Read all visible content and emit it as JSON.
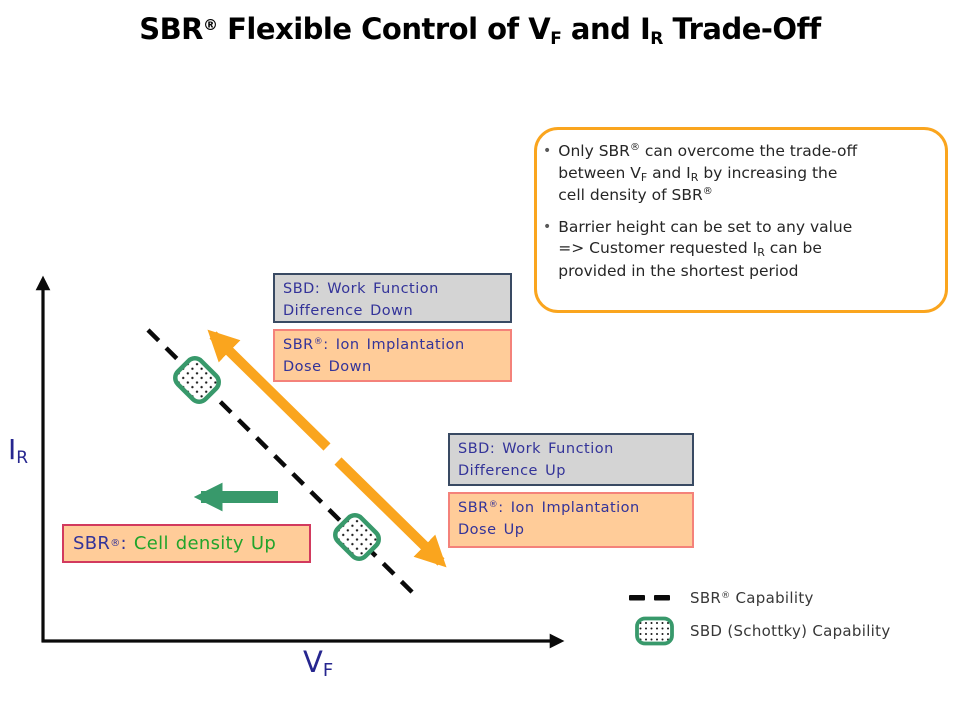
{
  "title": {
    "brand": "SBR",
    "reg": "®",
    "t1": " Flexible Control of V",
    "sub_f": "F",
    "t2": " and I",
    "sub_r": "R",
    "t3": " Trade-Off"
  },
  "callout": {
    "bullet_char": "•",
    "b1": {
      "l1a": "Only SBR",
      "reg1": "®",
      "l1b": " can overcome the trade-off",
      "l2a": "between V",
      "sub_f": "F",
      "l2b": " and I",
      "sub_r": "R",
      "l2c": " by increasing the",
      "l3a": "cell density of SBR",
      "reg2": "®"
    },
    "b2": {
      "l1": "Barrier height can be set to any value",
      "l2a": "=> Customer requested I",
      "sub_r": "R",
      "l2b": " can be",
      "l3": "provided in the shortest period"
    }
  },
  "boxes": {
    "sbd_down": {
      "line1": "SBD: Work Function",
      "line2": "Difference Down"
    },
    "sbr_down": {
      "brand": "SBR",
      "reg": "®",
      "rest": ": Ion Implantation",
      "line2": "Dose Down"
    },
    "sbd_up": {
      "line1": "SBD: Work Function",
      "line2": "Difference Up"
    },
    "sbr_up": {
      "brand": "SBR",
      "reg": "®",
      "rest": ": Ion Implantation",
      "line2": "Dose Up"
    },
    "cell_density": {
      "brand": "SBR",
      "reg": "®",
      "colon": ":",
      "green_text": " Cell density Up"
    }
  },
  "axis": {
    "y_letter": "I",
    "y_sub": "R",
    "x_letter": "V",
    "x_sub": "F"
  },
  "legend": {
    "sbr": {
      "brand": "SBR",
      "reg": "®",
      "rest": " Capability"
    },
    "sbd": "SBD (Schottky) Capability"
  },
  "colors": {
    "navy_text": "#333399",
    "axis_label": "#26268F",
    "gray_fill": "#D4D4D4",
    "gray_border": "#394A63",
    "orange_fill": "#FFCC99",
    "salmon_border": "#F4827A",
    "crimson_border": "#D23A5E",
    "green_text": "#21A42B",
    "green_arrow": "#38996B",
    "orange_arrow": "#FAA51E",
    "callout_border": "#FAA51E",
    "dashed_line": "#0A0A0A"
  }
}
